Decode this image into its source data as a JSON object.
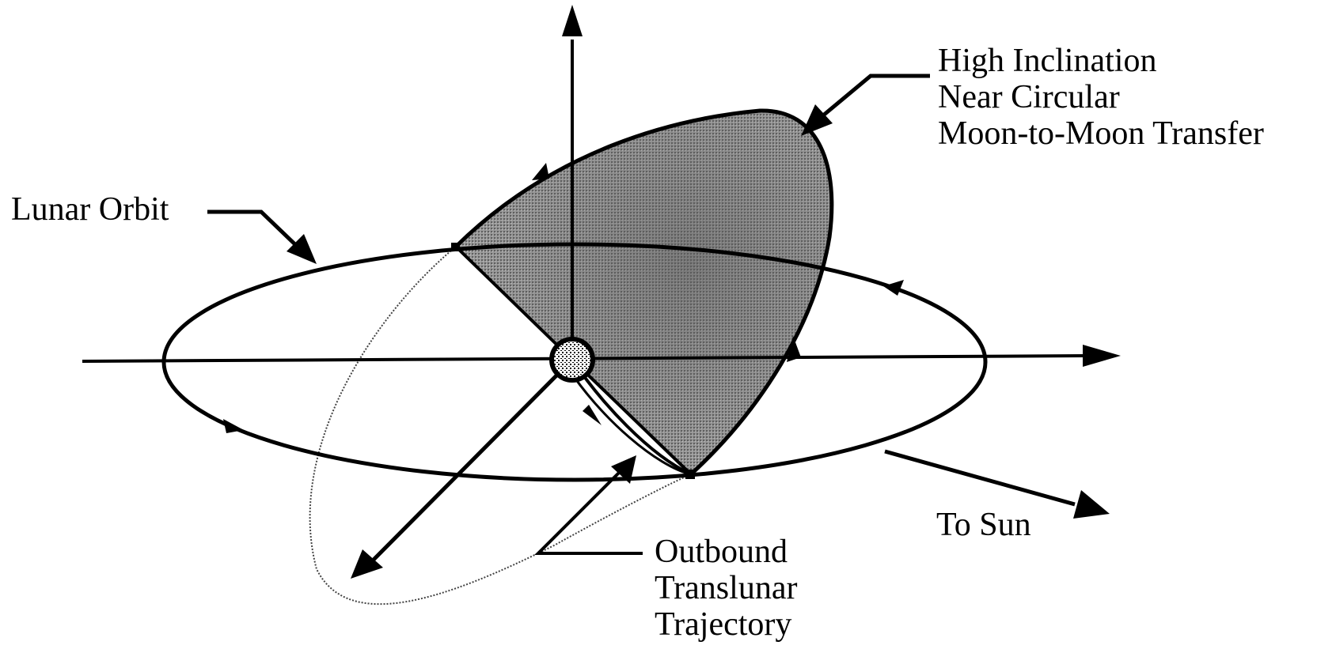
{
  "labels": {
    "lunar_orbit": "Lunar Orbit",
    "high_inclination": {
      "line1": "High Inclination",
      "line2": "Near Circular",
      "line3": "Moon-to-Moon Transfer"
    },
    "to_sun": "To Sun",
    "outbound": {
      "line1": "Outbound",
      "line2": "Translunar",
      "line3": "Trajectory"
    }
  },
  "colors": {
    "ink": "#000000",
    "transfer_fill": "#8a8a8a",
    "background": "#ffffff"
  }
}
